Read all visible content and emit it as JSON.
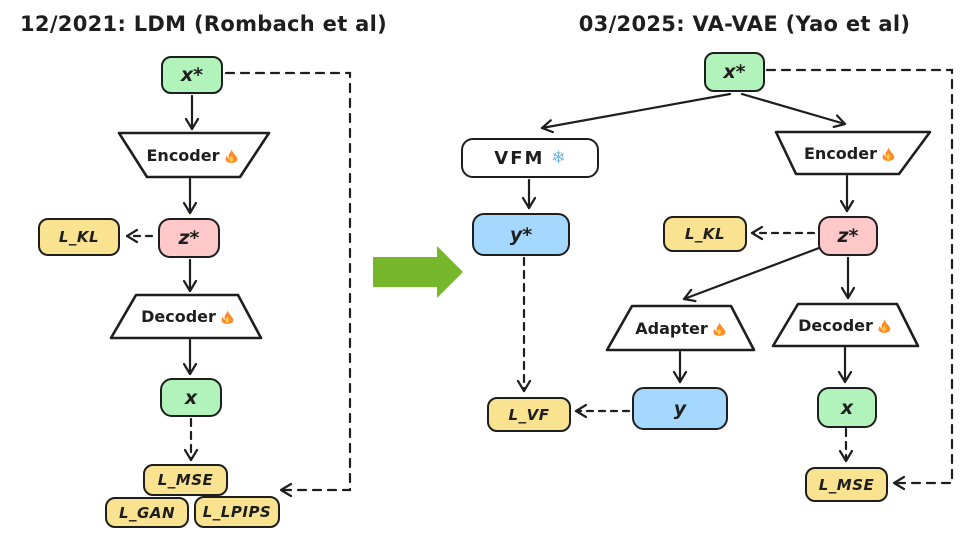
{
  "left_diagram": {
    "title": "12/2021: LDM (Rombach et al)",
    "nodes": {
      "x_star": "x*",
      "encoder": "Encoder",
      "z_star": "z*",
      "l_kl": "L_KL",
      "decoder": "Decoder",
      "x": "x",
      "l_mse": "L_MSE",
      "l_gan": "L_GAN",
      "l_lpips": "L_LPIPS"
    }
  },
  "right_diagram": {
    "title": "03/2025: VA-VAE (Yao et al)",
    "nodes": {
      "x_star": "x*",
      "vfm": "VFM",
      "encoder": "Encoder",
      "y_star": "y*",
      "l_vf": "L_VF",
      "l_kl": "L_KL",
      "z_star": "z*",
      "adapter": "Adapter",
      "y": "y",
      "decoder": "Decoder",
      "x": "x",
      "l_mse": "L_MSE"
    }
  },
  "icons": {
    "fire": "fire-icon",
    "snowflake": "❄"
  },
  "colors": {
    "node_green": "#b2f2bb",
    "node_pink": "#ffc9c9",
    "node_yellow": "#f9e290",
    "node_blue": "#a5d8ff",
    "stroke": "#1e1e1e",
    "transition_arrow_green": "#76b72c"
  }
}
